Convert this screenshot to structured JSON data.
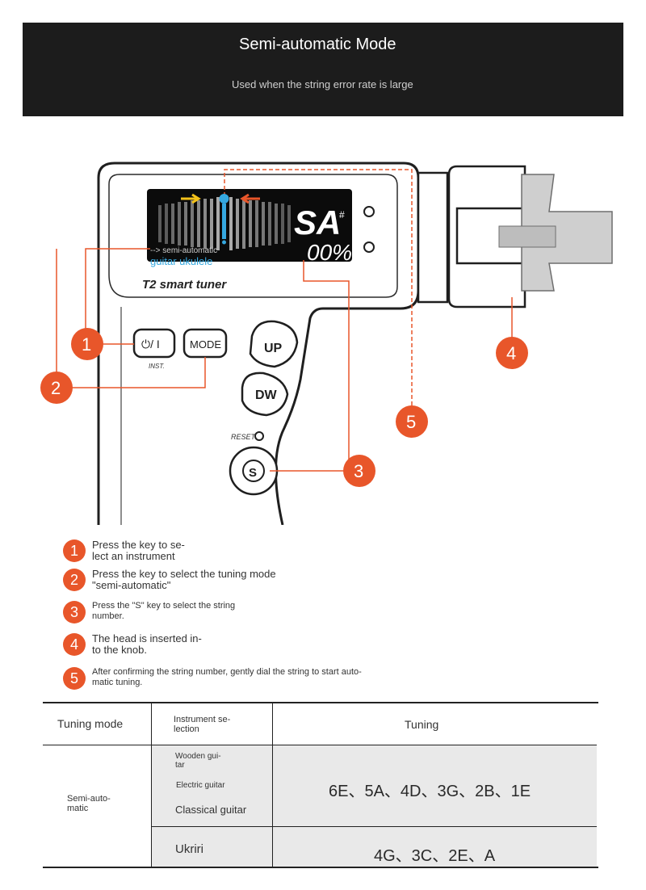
{
  "header": {
    "title": "Semi-automatic Mode",
    "subtitle": "Used when the string error rate is large"
  },
  "device": {
    "brand": "T2 smart tuner",
    "display_note": "SA",
    "display_sharp": "#",
    "display_cents": "00%",
    "display_mode_label": "--> semi-automatic",
    "display_instrument_label": "guitar ukulele",
    "power_button": "⏻/ I",
    "inst_label": "INST.",
    "mode_button": "MODE",
    "up_button": "UP",
    "down_button": "DW",
    "reset_label": "RESET",
    "s_button": "S",
    "callouts": [
      "1",
      "2",
      "3",
      "4",
      "5"
    ]
  },
  "steps": [
    {
      "num": "1",
      "lines": [
        "Press the key to se-",
        "lect an instrument"
      ]
    },
    {
      "num": "2",
      "lines": [
        "Press the key to select the tuning mode",
        "\"semi-automatic\""
      ]
    },
    {
      "num": "3",
      "lines": [
        "Press the \"S\" key to select the string",
        "number."
      ]
    },
    {
      "num": "4",
      "lines": [
        "The head is inserted in-",
        "to the knob."
      ]
    },
    {
      "num": "5",
      "lines": [
        "After confirming the string number, gently dial the string to start auto-",
        "matic tuning."
      ]
    }
  ],
  "table": {
    "headers": {
      "mode": "Tuning mode",
      "instrument": [
        "Instrument se-",
        "lection"
      ],
      "tuning": "Tuning"
    },
    "mode_value": [
      "Semi-auto-",
      "matic"
    ],
    "guitars": {
      "wooden": [
        "Wooden gui-",
        "tar"
      ],
      "electric": "Electric guitar",
      "classical": "Classical guitar",
      "tuning": "6E、5A、4D、3G、2B、1E"
    },
    "ukulele": {
      "name": "Ukriri",
      "tuning": "4G、3C、2E、A"
    }
  },
  "colors": {
    "accent": "#e8562a",
    "header_bg": "#1c1c1c",
    "display_bg": "#0b0b0b",
    "meter_blue": "#35a8e0",
    "table_gray": "#e9e9e9"
  }
}
